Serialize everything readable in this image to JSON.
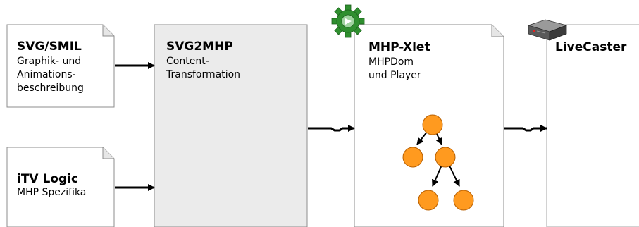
{
  "nodes": {
    "svg_smil": {
      "title": "SVG/SMIL",
      "lines": [
        "Graphik- und",
        "Animations-",
        "beschreibung"
      ]
    },
    "itv_logic": {
      "title": "iTV Logic",
      "lines": [
        "MHP Spezifika"
      ]
    },
    "svg2mhp": {
      "title": "SVG2MHP",
      "lines": [
        "Content-",
        "Transformation"
      ]
    },
    "mhp_xlet": {
      "title": "MHP-Xlet",
      "lines": [
        "MHPDom",
        "und Player"
      ]
    },
    "livecaster": {
      "title": "LiveCaster"
    }
  },
  "icons": {
    "gear": "gear-icon",
    "server": "server-icon"
  },
  "colors": {
    "tree_node_fill": "#ff9a1f",
    "tree_node_stroke": "#b85f00",
    "process_fill": "#ebebeb",
    "gear_green": "#2f8f2f"
  }
}
